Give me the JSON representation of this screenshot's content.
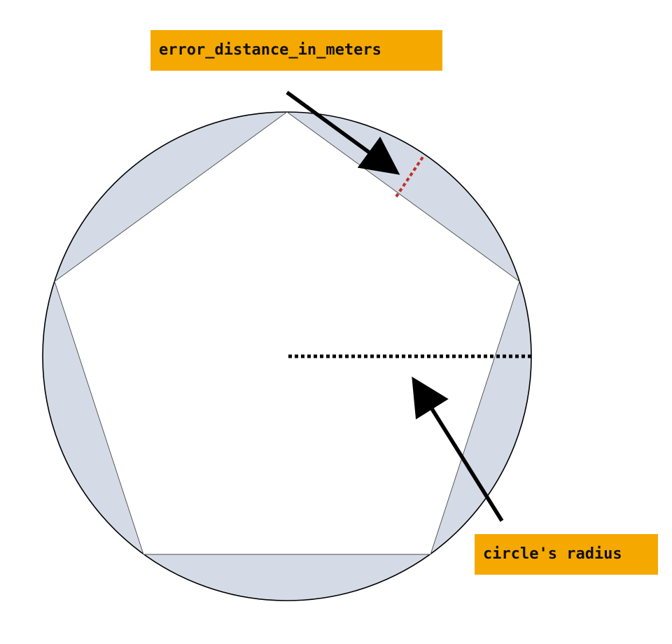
{
  "labels": {
    "error_distance": "error_distance_in_meters",
    "circle_radius": "circle's radius"
  },
  "colors": {
    "label_background": "#f5a800",
    "segment_fill": "#d4dbe6",
    "polygon_fill": "#ffffff",
    "outline": "#000000",
    "error_marker": "#c0302a",
    "radius_line": "#000000"
  },
  "shapes": {
    "outer": "circle",
    "inner": "regular-pentagon",
    "polygon_sides": 5
  }
}
